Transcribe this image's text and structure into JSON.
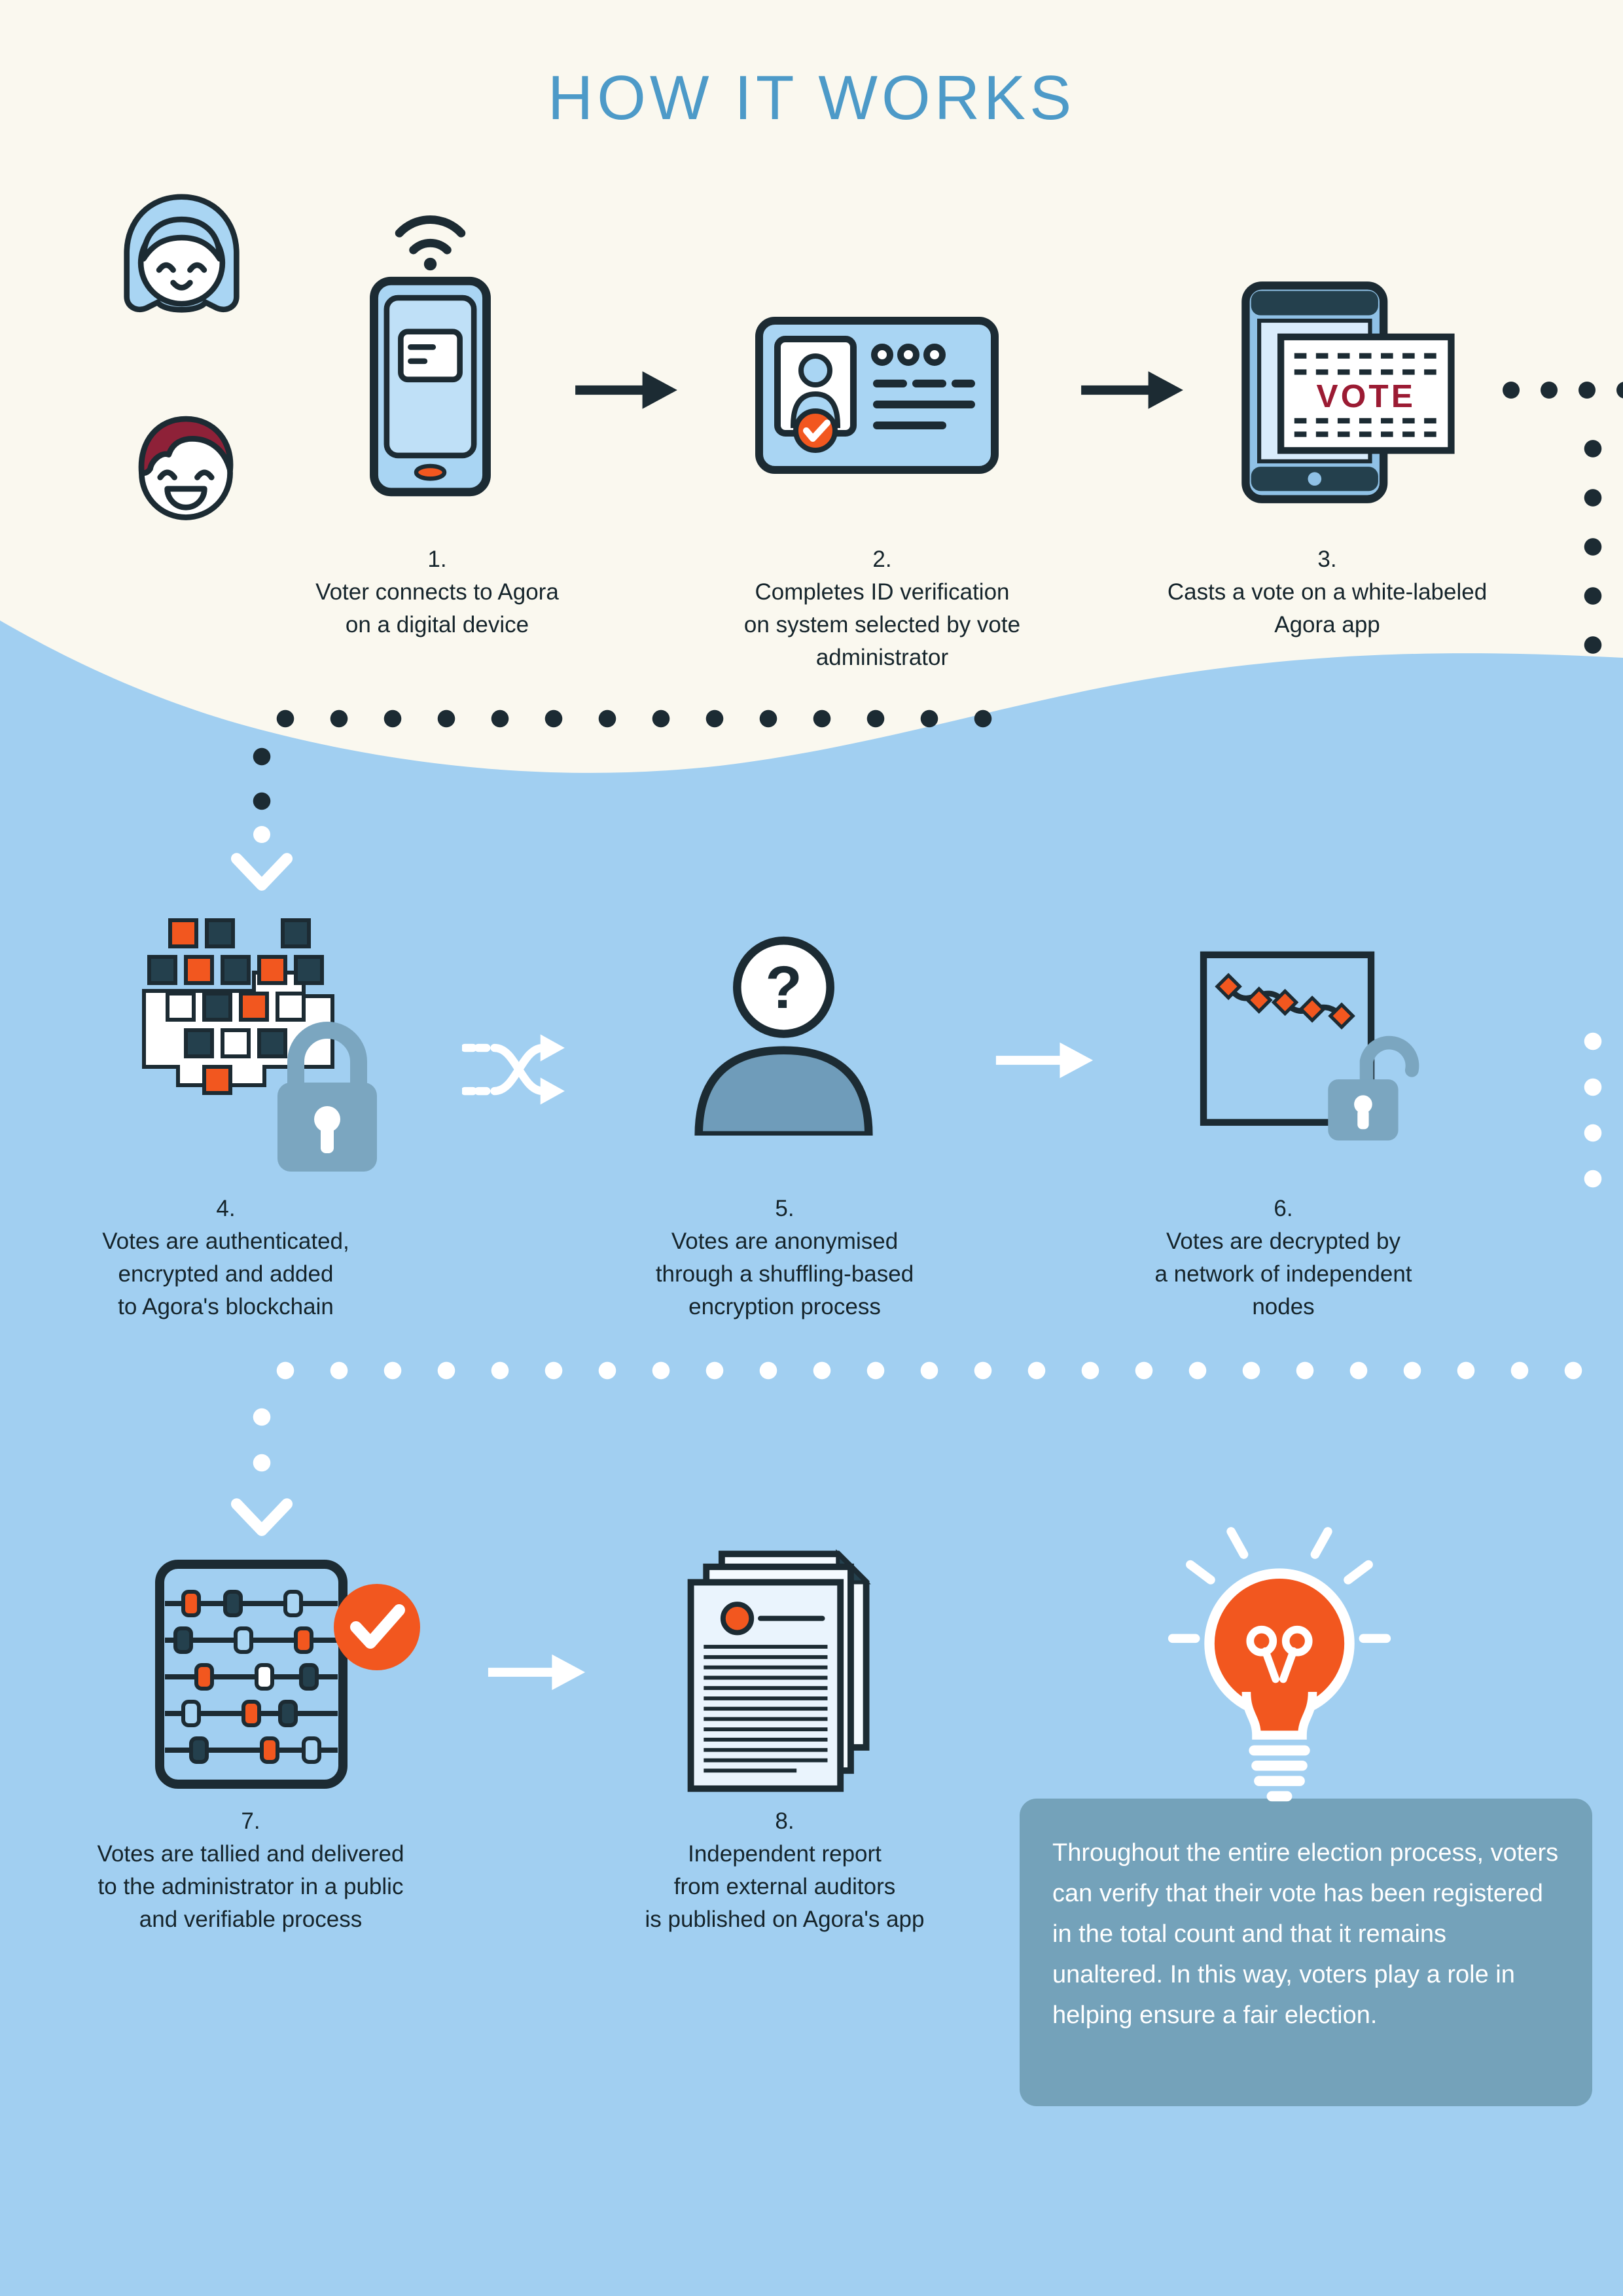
{
  "title": "HOW IT WORKS",
  "steps": [
    {
      "num": "1.",
      "lines": [
        "Voter connects to Agora",
        "on a digital device"
      ]
    },
    {
      "num": "2.",
      "lines": [
        "Completes ID verification",
        "on system selected by vote",
        "administrator"
      ]
    },
    {
      "num": "3.",
      "lines": [
        "Casts a vote on a white-labeled",
        "Agora app"
      ]
    },
    {
      "num": "4.",
      "lines": [
        "Votes are authenticated,",
        "encrypted and added",
        "to Agora's blockchain"
      ]
    },
    {
      "num": "5.",
      "lines": [
        "Votes are anonymised",
        "through a shuffling-based",
        "encryption process"
      ]
    },
    {
      "num": "6.",
      "lines": [
        "Votes are decrypted by",
        "a network of independent",
        "nodes"
      ]
    },
    {
      "num": "7.",
      "lines": [
        "Votes are tallied and delivered",
        "to the administrator in a public",
        "and verifiable process"
      ]
    },
    {
      "num": "8.",
      "lines": [
        "Independent report",
        "from external auditors",
        "is published on Agora's app"
      ]
    }
  ],
  "tablet": {
    "vote_label": "VOTE"
  },
  "person": {
    "question_mark": "?"
  },
  "info_box": {
    "text": "Throughout the entire election process, voters can verify that their vote has been registered in the total count and that it remains unaltered. In this way, voters play a role in helping ensure a fair election."
  },
  "colors": {
    "background_top": "#FAF8EF",
    "background_bottom": "#A1CFF1",
    "accent_orange": "#F2571F",
    "title_blue": "#4D9AC8",
    "steel_blue": "#74A2BA",
    "outline_navy": "#1C2B33",
    "icon_light_blue": "#A9D5F3",
    "dark_red": "#9B1B33"
  }
}
